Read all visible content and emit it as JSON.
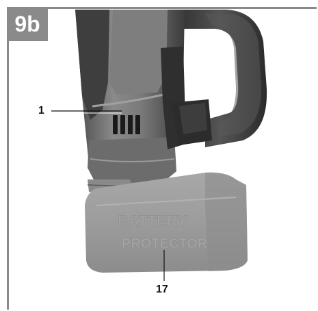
{
  "figure": {
    "label": "9b"
  },
  "callouts": {
    "part_1": "1",
    "part_17": "17"
  },
  "embossed_text": {
    "line1": "BATTERY",
    "line2": "PROTECTOR"
  },
  "colors": {
    "frame": "#8a8a8a",
    "tool_body": "#6a6a6a",
    "handle_dark": "#3a3a3a",
    "protector": "#9a9a9a"
  },
  "icons": [
    "vent-slots-icon"
  ]
}
